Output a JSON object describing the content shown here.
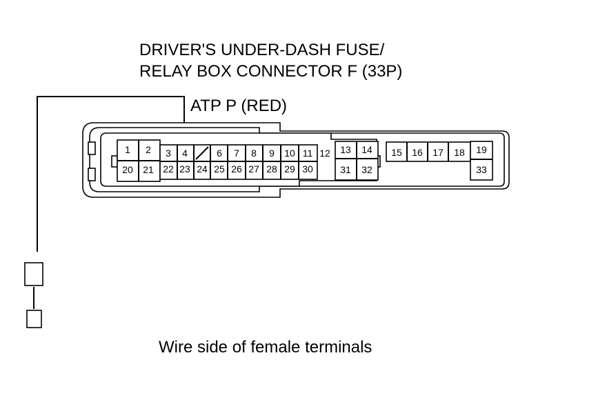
{
  "title_line1": "DRIVER'S UNDER-DASH FUSE/",
  "title_line2": "RELAY BOX CONNECTOR F (33P)",
  "wire_label": "ATP P (RED)",
  "caption": "Wire side of female terminals",
  "pins": [
    "1",
    "2",
    "3",
    "4",
    "6",
    "7",
    "8",
    "9",
    "10",
    "11",
    "12",
    "13",
    "14",
    "15",
    "16",
    "17",
    "18",
    "19",
    "20",
    "21",
    "22",
    "23",
    "24",
    "25",
    "26",
    "27",
    "28",
    "29",
    "30",
    "31",
    "32",
    "33"
  ]
}
